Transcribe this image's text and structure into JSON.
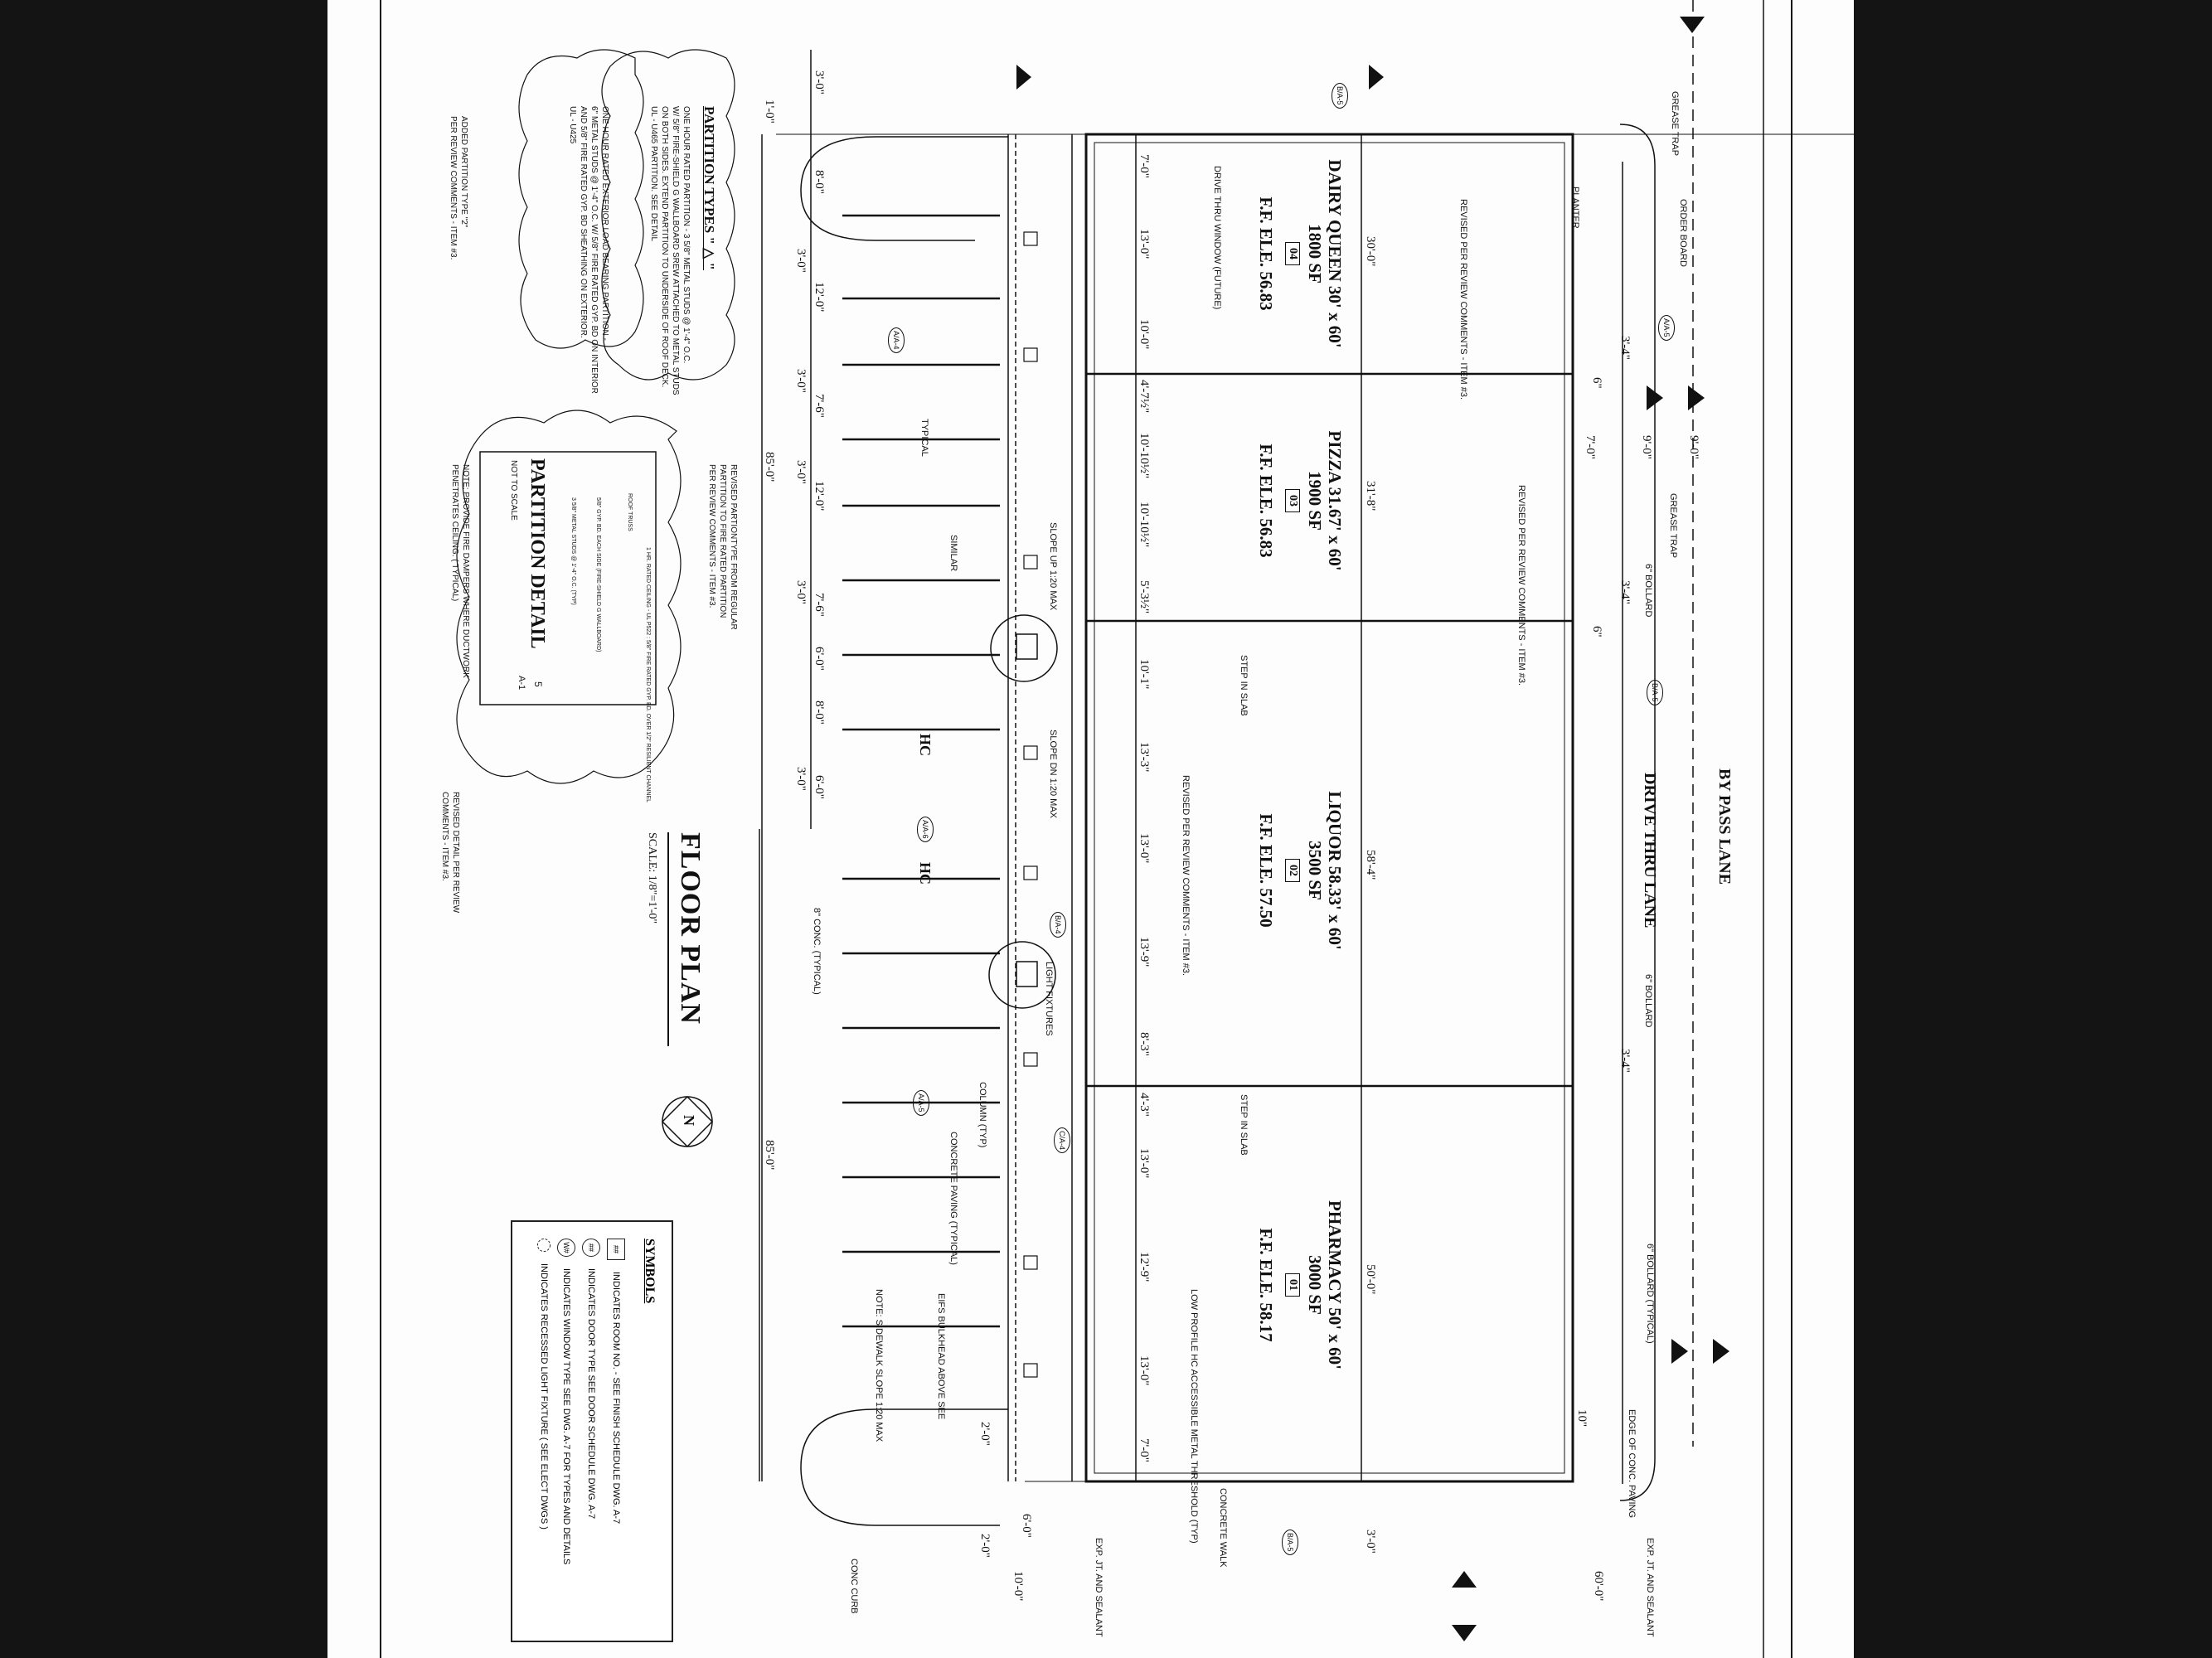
{
  "drawing": {
    "title": "FLOOR PLAN",
    "scale": "SCALE: 1/8\"=1'-0\"",
    "north_label": "N",
    "rooms": [
      {
        "name": "DAIRY QUEEN 30' x 60'",
        "area": "1800 SF",
        "number": "04",
        "ff": "F.F. ELE. 56.83"
      },
      {
        "name": "PIZZA 31.67' x 60'",
        "area": "1900 SF",
        "number": "03",
        "ff": "F.F. ELE. 56.83"
      },
      {
        "name": "LIQUOR 58.33' x 60'",
        "area": "3500 SF",
        "number": "02",
        "ff": "F.F. ELE. 57.50"
      },
      {
        "name": "PHARMACY 50' x 60'",
        "area": "3000 SF",
        "number": "01",
        "ff": "F.F. ELE. 58.17"
      }
    ],
    "room_dims": [
      "30'-0\"",
      "31'-8\"",
      "58'-4\"",
      "50'-0\""
    ],
    "front_dims": [
      "7'-0\"",
      "13'-0\"",
      "10'-0\"",
      "4'-7½\"",
      "10'-10½\"",
      "10'-10½\"",
      "5'-3½\"",
      "10'-1\"",
      "13'-3\"",
      "13'-0\"",
      "13'-9\"",
      "8'-3\"",
      "4'-3\"",
      "13'-0\"",
      "12'-9\"",
      "13'-0\"",
      "7'-0\""
    ],
    "parking_dims": [
      "3'-0\"",
      "8'-0\"",
      "3'-0\"",
      "12'-0\"",
      "3'-0\"",
      "7'-6\"",
      "3'-0\"",
      "12'-0\"",
      "3'-0\"",
      "7'-6\"",
      "6'-0\"",
      "8'-0\"",
      "3'-0\"",
      "6'-0\""
    ],
    "overall_dims": [
      "85'-0\"",
      "85'-0\"",
      "1'-0\"",
      "60'-0\"",
      "10'-0\"",
      "6'-0\"",
      "2'-0\"",
      "2'-0\"",
      "3'-0\"",
      "7'-0\"",
      "9'-0\"",
      "9'-0\"",
      "3'-4\"",
      "3'-4\"",
      "3'-4\"",
      "6\"",
      "6\"",
      "10\""
    ],
    "lanes": {
      "bypass": "BY PASS LANE",
      "drive_thru": "DRIVE THRU LANE"
    },
    "hc": [
      "HC",
      "HC"
    ],
    "notes": {
      "grease_trap_1": "GREASE TRAP",
      "grease_trap_2": "GREASE TRAP",
      "order_board": "ORDER BOARD",
      "planter": "PLANTER",
      "bollard_1": "6\" BOLLARD",
      "bollard_2": "6\" BOLLARD",
      "bollard_3": "6\" BOLLARD (TYPICAL)",
      "concrete_walk": "CONCRETE WALK",
      "conc_curb": "CONC CURB",
      "exp_jt_1": "EXP. JT. AND SEALANT",
      "exp_jt_2": "EXP. JT. AND SEALANT",
      "edge_conc": "EDGE OF CONC. PAVING",
      "light_fixtures": "LIGHT FIXTURES",
      "column": "COLUMN (TYP)",
      "conc_paving": "CONCRETE PAVING (TYPICAL)",
      "conc8": "8\" CONC. (TYPICAL)",
      "step_slab_1": "STEP IN SLAB",
      "step_slab_2": "STEP IN SLAB",
      "sidewalk_slope": "NOTE: SIDEWALK SLOPE 1:20 MAX",
      "eifs": "EIFS BULKHEAD ABOVE SEE",
      "typical": "TYPICAL",
      "drive_thru_window": "DRIVE THRU WINDOW (FUTURE)",
      "similar": "SIMILAR",
      "slope_up": "SLOPE UP 1:20 MAX",
      "slope_dn": "SLOPE DN 1:20 MAX",
      "threshold": "LOW PROFILE HC ACCESSIBLE METAL THRESHOLD (TYP)",
      "revised_1": "REVISED PER REVIEW COMMENTS - ITEM #3.",
      "revised_2": "REVISED PER REVIEW COMMENTS - ITEM #3.",
      "revised_3": "REVISED PER REVIEW COMMENTS - ITEM #3."
    },
    "partition_types": {
      "title": "PARTITION TYPES \" △ \"",
      "type1": [
        "ONE HOUR RATED PARTITION - 3 5/8\" METAL STUDS @ 1'-4\" O.C.",
        "W/ 5/8\" FIRE-SHIELD G WALLBOARD SREW ATTACHED TO METAL STUDS",
        "ON BOTH SIDES. EXTEND PARTITION TO UNDERSIDE OF ROOF DECK.",
        "UL - U465 PARTITION. SEE DETAIL"
      ],
      "type2": [
        "ONE HOUR RATED EXTERIOR LOAD BEARING PARTITION -",
        "6\" METAL STUDS @ 1'-4\" O.C. W/ 5/8\" FIRE RATED GYP. BD ON INTERIOR",
        "AND 5/8\" FIRE RATED GYP. BD SHEATHING ON EXTERIOR.",
        "UL - U425"
      ],
      "added_note": [
        "ADDED PARTITION TYPE \"2\"",
        "PER REVIEW COMMENTS - ITEM #3."
      ],
      "revised_note": [
        "REVISED PARTIONTYPE FROM REGULAR",
        "PARTITION TO FIRE RATED PARTITION",
        "PER REVIEW COMMENTS - ITEM #3."
      ]
    },
    "partition_detail": {
      "title": "PARTITION DETAIL",
      "subtitle": "NOT TO SCALE",
      "ref_num": "5",
      "ref_sheet": "A-1",
      "label_roof": "ROOF TRUSS",
      "label_gyp": "5/8\" GYP. BD. EACH SIDE (FIRE-SHIELD G WALLBOARD)",
      "label_studs": "3 5/8\" METAL STUDS @ 1'-4\" O.C. (TYP)",
      "label_ceiling": "1 HR. RATED CEILING - UL P522 : 5/8\" FIRE RATED GYP. BD. OVER 1/2\" RESILIENT CHANNEL",
      "note": [
        "NOTE: PROVIDE FIRE DAMPERS WHERE DUCTWORK",
        "PENETRATES CEILING. ( TYPICAL)"
      ],
      "revised_note": [
        "REVISED DETAIL PER REVIEW",
        "COMMENTS - ITEM #3."
      ]
    },
    "symbols": {
      "title": "SYMBOLS",
      "items": [
        {
          "key": "##",
          "text": "INDICATES ROOM NO. - SEE FINISH SCHEDULE DWG. A-7"
        },
        {
          "key": "##",
          "text": "INDICATES DOOR TYPE SEE DOOR SCHEDULE DWG. A-7"
        },
        {
          "key": "W#",
          "text": "INDICATES WINDOW TYPE SEE DWG. A-7 FOR TYPES AND DETAILS"
        },
        {
          "key": "",
          "text": "INDICATES RECESSED LIGHT FIXTURE ( SEE ELECT DWGS )"
        }
      ]
    },
    "section_tags": [
      {
        "num": "A",
        "sheet": "A-4"
      },
      {
        "num": "A",
        "sheet": "A-5"
      },
      {
        "num": "B",
        "sheet": "A-5"
      },
      {
        "num": "B",
        "sheet": "A-5"
      },
      {
        "num": "C",
        "sheet": "A-4"
      },
      {
        "num": "B",
        "sheet": "A-4"
      },
      {
        "num": "A",
        "sheet": "A-6"
      },
      {
        "num": "A",
        "sheet": "A-5"
      },
      {
        "num": "B",
        "sheet": "A-5"
      }
    ]
  },
  "colors": {
    "ink": "#111111",
    "paper": "#fdfdfd",
    "background": "#141414"
  }
}
